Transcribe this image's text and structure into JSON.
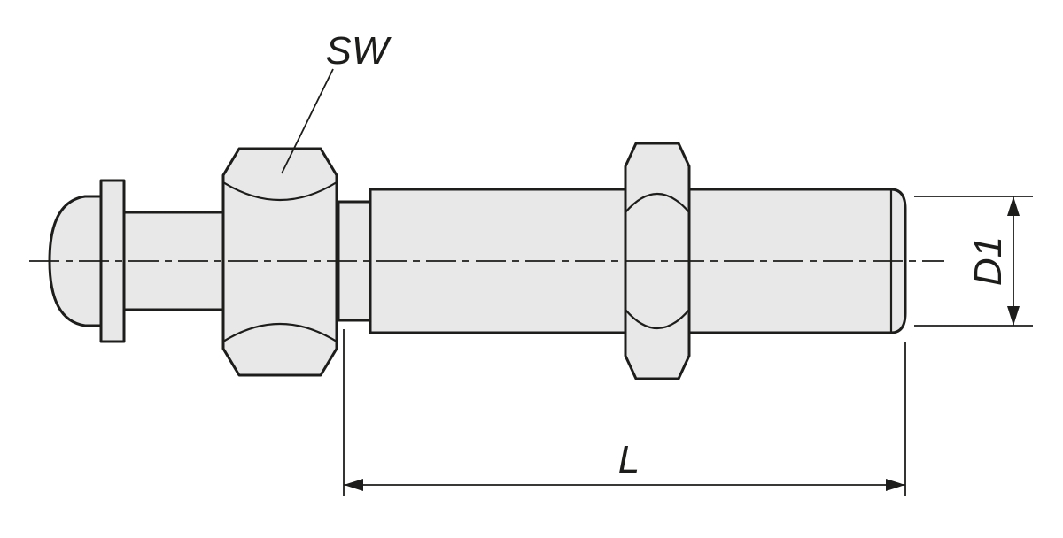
{
  "drawing": {
    "labels": {
      "width_across_flats": "SW",
      "thread_diameter": "D1",
      "thread_length": "L"
    },
    "colors": {
      "stroke": "#1d1d1b",
      "part_fill": "#e8e8e8",
      "background": "#ffffff"
    }
  }
}
